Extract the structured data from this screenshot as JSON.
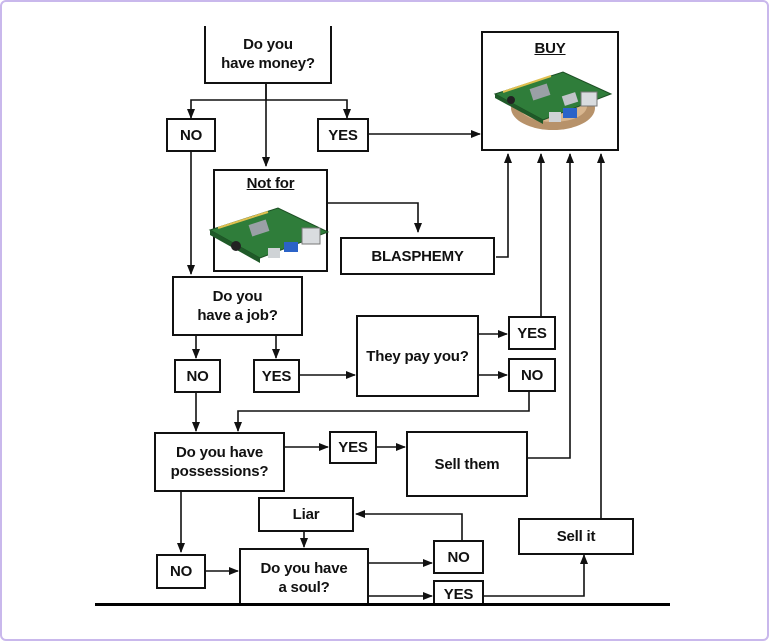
{
  "nodes": {
    "money": "Do you\nhave money?",
    "no1": "NO",
    "yes1": "YES",
    "buy": "BUY",
    "not_for": "Not for",
    "blasphemy": "BLASPHEMY",
    "job": "Do you\nhave a job?",
    "no2": "NO",
    "yes2": "YES",
    "pay": "They pay you?",
    "yes3": "YES",
    "no3": "NO",
    "possessions": "Do you have\npossessions?",
    "yes4": "YES",
    "sell_them": "Sell them",
    "liar": "Liar",
    "sell_it": "Sell it",
    "no4": "NO",
    "soul": "Do you have\na soul?",
    "no5": "NO",
    "yes5": "YES"
  },
  "icons": {
    "board_buy": "raspberry-pi-board-icon",
    "board_not_for": "raspberry-pi-board-icon"
  },
  "colors": {
    "line": "#111111",
    "frame": "#c9b8ec",
    "board_green": "#2f7d3a"
  }
}
